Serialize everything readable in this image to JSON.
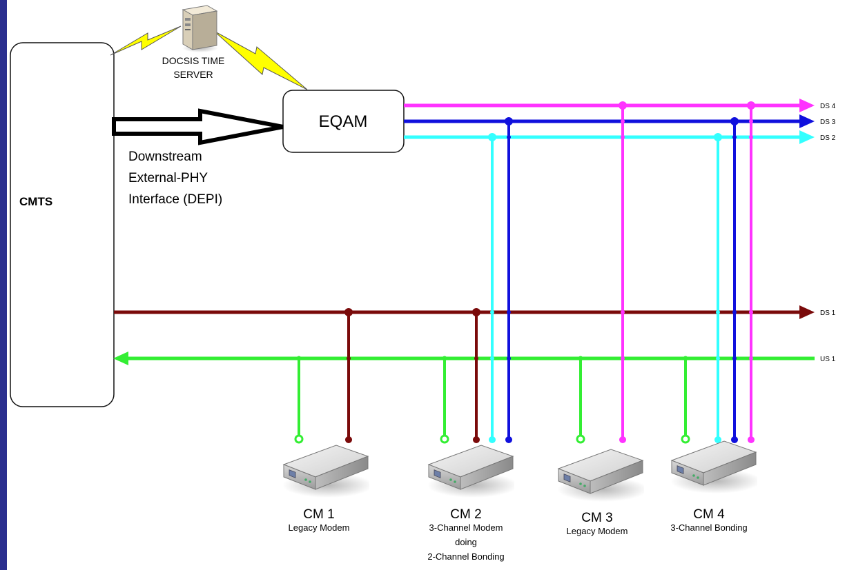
{
  "nodes": {
    "cmts": "CMTS",
    "eqam": "EQAM",
    "time_server": [
      "DOCSIS TIME",
      "SERVER"
    ],
    "depi": [
      "Downstream",
      "External-PHY",
      "Interface (DEPI)"
    ]
  },
  "channels": {
    "ds4": "DS 4",
    "ds3": "DS 3",
    "ds2": "DS 2",
    "ds1": "DS 1",
    "us1": "US 1"
  },
  "modems": [
    {
      "name": "CM 1",
      "desc": [
        "Legacy Modem"
      ]
    },
    {
      "name": "CM 2",
      "desc": [
        "3-Channel Modem",
        "doing",
        "2-Channel Bonding"
      ]
    },
    {
      "name": "CM 3",
      "desc": [
        "Legacy Modem"
      ]
    },
    {
      "name": "CM 4",
      "desc": [
        "3-Channel Bonding"
      ]
    }
  ],
  "colors": {
    "ds4": "#ff33ff",
    "ds3": "#1010dd",
    "ds2": "#33ffff",
    "ds1": "#7a0a0a",
    "us1": "#33ee33",
    "background": "#2a2f8f",
    "canvas": "#ffffff",
    "lightning": "#ffff00"
  },
  "icons": {
    "server": "server-icon",
    "modem": "cable-modem-icon",
    "lightning": "lightning-bolt-icon"
  }
}
